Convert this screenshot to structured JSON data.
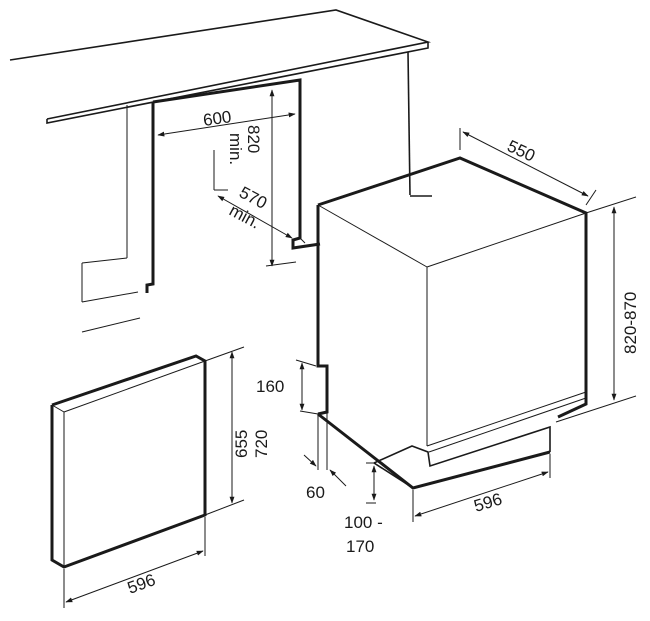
{
  "labels": {
    "niche_width": "600",
    "niche_height": "820",
    "niche_height_note": "min.",
    "niche_depth": "570",
    "niche_depth_note": "min.",
    "unit_depth": "550",
    "unit_height": "820-870",
    "front_cut_height": "160",
    "front_cut_depth": "60",
    "plinth_height_top": "100 -",
    "plinth_height_bottom": "170",
    "unit_width": "596",
    "panel_height_1": "655",
    "panel_height_2": "720",
    "panel_width": "596"
  }
}
